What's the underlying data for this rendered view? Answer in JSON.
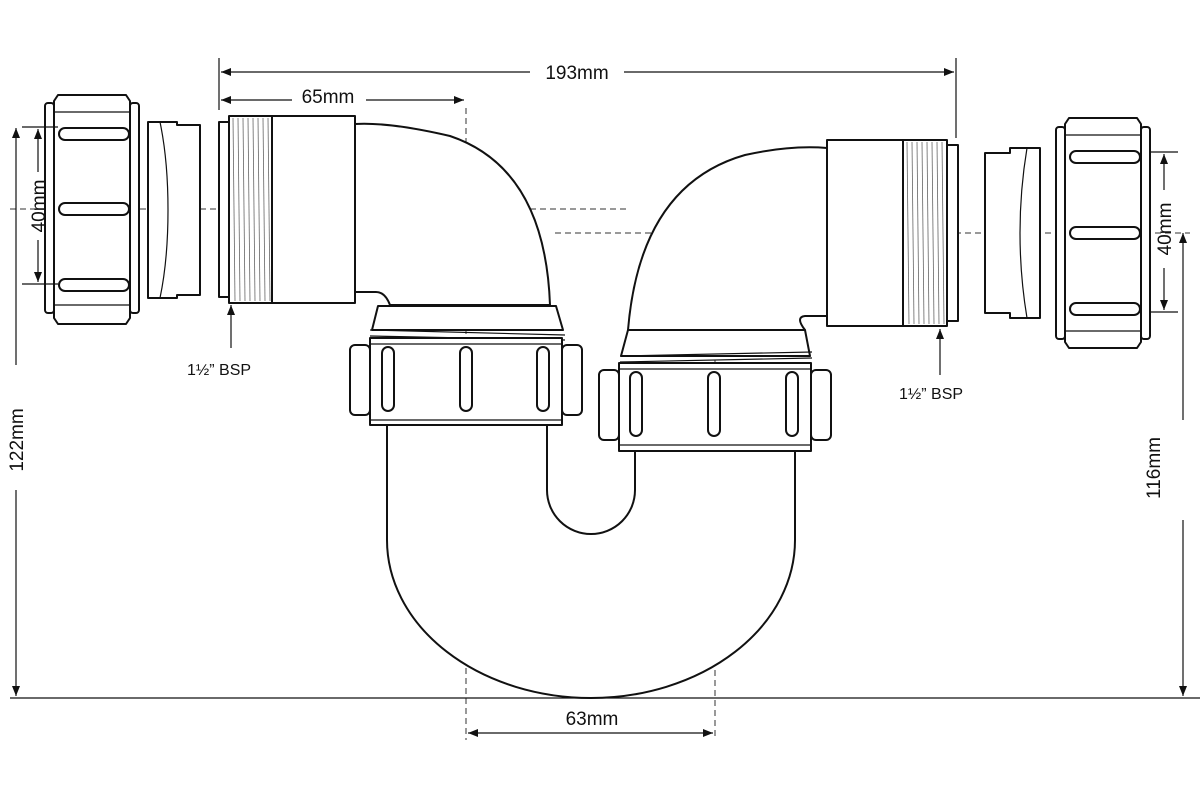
{
  "dimensions": {
    "overall_width": "193mm",
    "thread_length": "65mm",
    "outlet_spacing": "63mm",
    "left_height": "122mm",
    "right_height": "116mm",
    "left_diameter": "40mm",
    "right_diameter": "40mm"
  },
  "labels": {
    "left_thread": "1½” BSP",
    "right_thread": "1½” BSP"
  }
}
